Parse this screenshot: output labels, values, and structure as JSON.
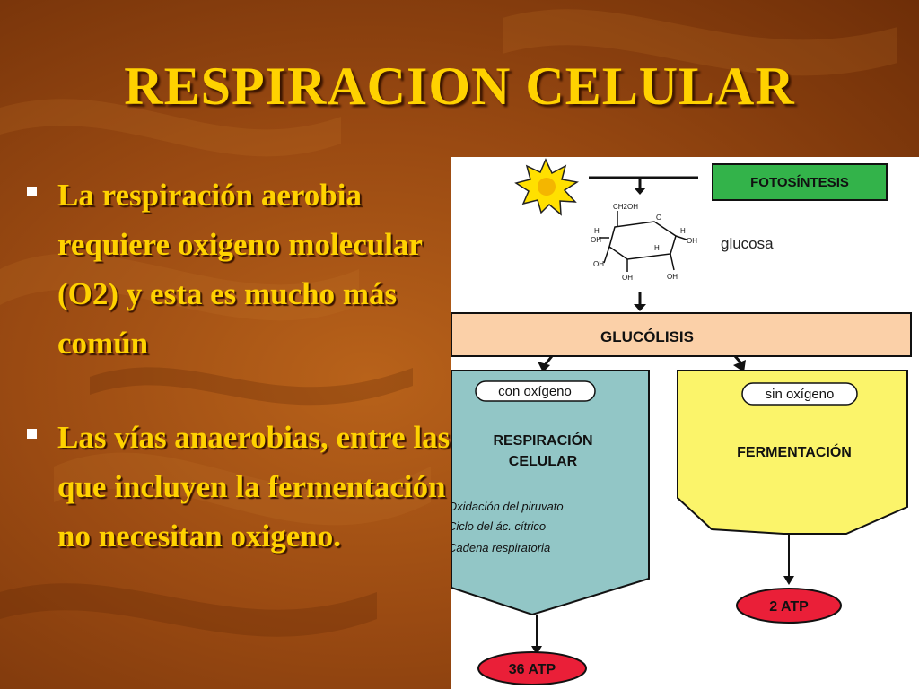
{
  "slide": {
    "title": "RESPIRACION CELULAR",
    "bullets": [
      "La respiración aerobia requiere oxigeno molecular (O2) y esta es mucho más común",
      "Las vías anaerobias, entre las que incluyen la fermentación no necesitan oxigeno."
    ]
  },
  "diagram": {
    "fotosintesis": "FOTOSÍNTESIS",
    "glucosa": "glucosa",
    "glucolisis": "GLUCÓLISIS",
    "con_oxigeno": "con oxígeno",
    "sin_oxigeno": "sin oxígeno",
    "respiracion_line1": "RESPIRACIÓN",
    "respiracion_line2": "CELULAR",
    "fermentacion": "FERMENTACIÓN",
    "steps": [
      "Oxidación del piruvato",
      "Ciclo del ác. cítrico",
      "Cadena respiratoria"
    ],
    "atp_left": "36 ATP",
    "atp_right": "2 ATP",
    "molecule_labels": {
      "ch2oh": "CH2OH",
      "o": "O",
      "h": "H",
      "oh": "OH"
    }
  },
  "colors": {
    "title": "#ffd200",
    "fotosintesis_box": "#33b34a",
    "glucolisis_bar": "#fbd0a8",
    "respiracion_panel": "#92c6c6",
    "fermentacion_panel": "#fbf46a",
    "atp_badge": "#ea1f38",
    "sun": "#ffe000"
  }
}
